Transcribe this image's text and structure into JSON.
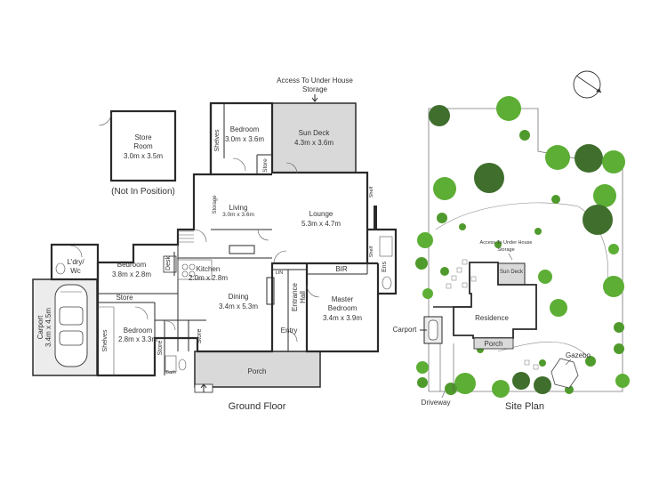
{
  "ground_floor": {
    "title": "Ground Floor",
    "rooms": {
      "store_room": {
        "name_1": "Store",
        "name_2": "Room",
        "dims": "3.0m x 3.5m"
      },
      "not_in_position": "(Not In Position)",
      "access_note_1": "Access To Under House",
      "access_note_2": "Storage",
      "bedroom_top": {
        "name": "Bedroom",
        "dims": "3.0m x 3.6m"
      },
      "sun_deck": {
        "name": "Sun Deck",
        "dims": "4.3m x 3.6m"
      },
      "shelves_top": "Shelves",
      "store_small_top": "Store",
      "living": {
        "name": "Living",
        "dims": "3.0m x 3.6m"
      },
      "storage_side": "Storage",
      "lounge": {
        "name": "Lounge",
        "dims": "5.3m x 4.7m"
      },
      "shelf_1": "Shelf",
      "shelf_2": "Shelf",
      "kitchen": {
        "name": "Kitchen",
        "dims": "2.0m x 2.8m"
      },
      "laundry": {
        "name_1": "L'dry/",
        "name_2": "Wc"
      },
      "bedroom_mid": {
        "name": "Bedroom",
        "dims": "3.8m x 2.8m"
      },
      "desk": "Desk",
      "store_mid": "Store",
      "carport": {
        "name": "Carport",
        "dims": "3.4m x 4.5m"
      },
      "dining": {
        "name": "Dining",
        "dims": "3.4m x 5.3m"
      },
      "lin": "LIN",
      "entrance_hall": {
        "name_1": "Entrance",
        "name_2": "Hall"
      },
      "bir": "BIR",
      "ens": "Ens",
      "master_bedroom": {
        "name_1": "Master",
        "name_2": "Bedroom",
        "dims": "3.4m x 3.9m"
      },
      "entry": "Entry",
      "bedroom_low": {
        "name": "Bedroom",
        "dims": "2.8m x 3.3m"
      },
      "shelves_low": "Shelves",
      "store_low_1": "Store",
      "store_low_2": "Store",
      "bath": "Bath",
      "porch": "Porch"
    }
  },
  "site_plan": {
    "title": "Site Plan",
    "labels": {
      "access_note_1": "Access To Under House",
      "access_note_2": "Storage",
      "sun_deck": "Sun Deck",
      "residence": "Residence",
      "carport": "Carport",
      "porch": "Porch",
      "gazebo": "Gazebo",
      "driveway": "Driveway"
    },
    "north_icon": "north-arrow-icon"
  },
  "colors": {
    "wall": "#2a2a2a",
    "deck_fill": "#d9d9d9",
    "carport_fill": "#ececec",
    "tree_dark": "#3f6e2d",
    "tree_light": "#5cae35",
    "shrub": "#4f9a2c"
  }
}
